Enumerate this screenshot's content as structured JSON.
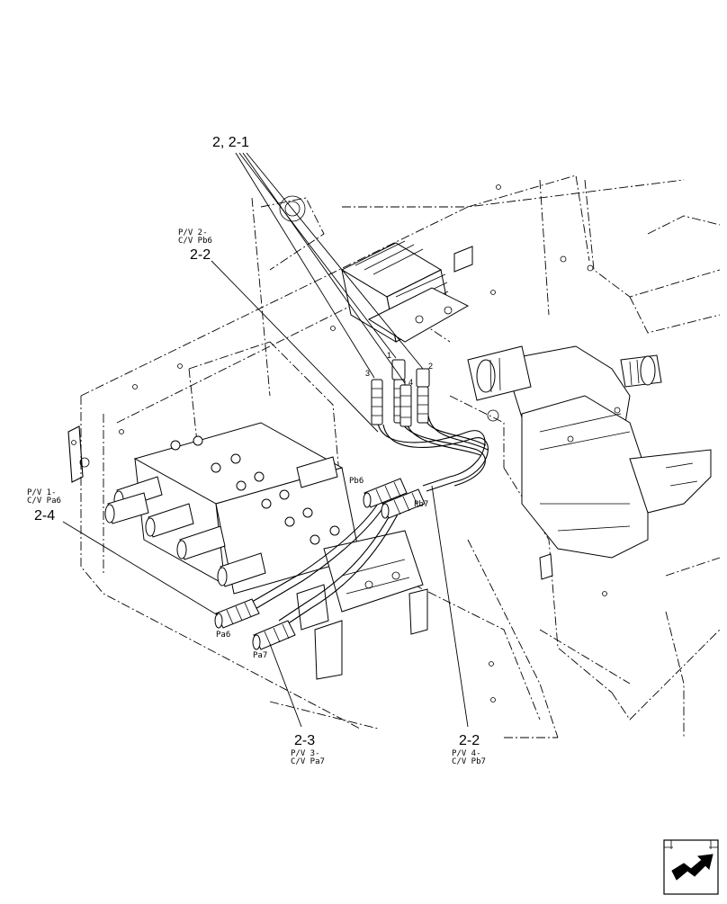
{
  "callouts": {
    "c_2_2_1": "2, 2-1",
    "c_2_2_top": "2-2",
    "c_2_4": "2-4",
    "c_2_3": "2-3",
    "c_2_2_bottom": "2-2"
  },
  "notes": {
    "pv2_line1": "P/V 2-",
    "pv2_line2": "C/V Pb6",
    "pv1_line1": "P/V 1-",
    "pv1_line2": "C/V Pa6",
    "pv3_line1": "P/V 3-",
    "pv3_line2": "C/V Pa7",
    "pv4_line1": "P/V 4-",
    "pv4_line2": "C/V Pb7"
  },
  "port_labels": {
    "pb6": "Pb6",
    "pb7": "Pb7",
    "pa6": "Pa6",
    "pa7": "Pa7",
    "n1": "1",
    "n2": "2",
    "n3": "3",
    "n4": "4"
  },
  "nav_icon": "next-page-arrow-icon"
}
